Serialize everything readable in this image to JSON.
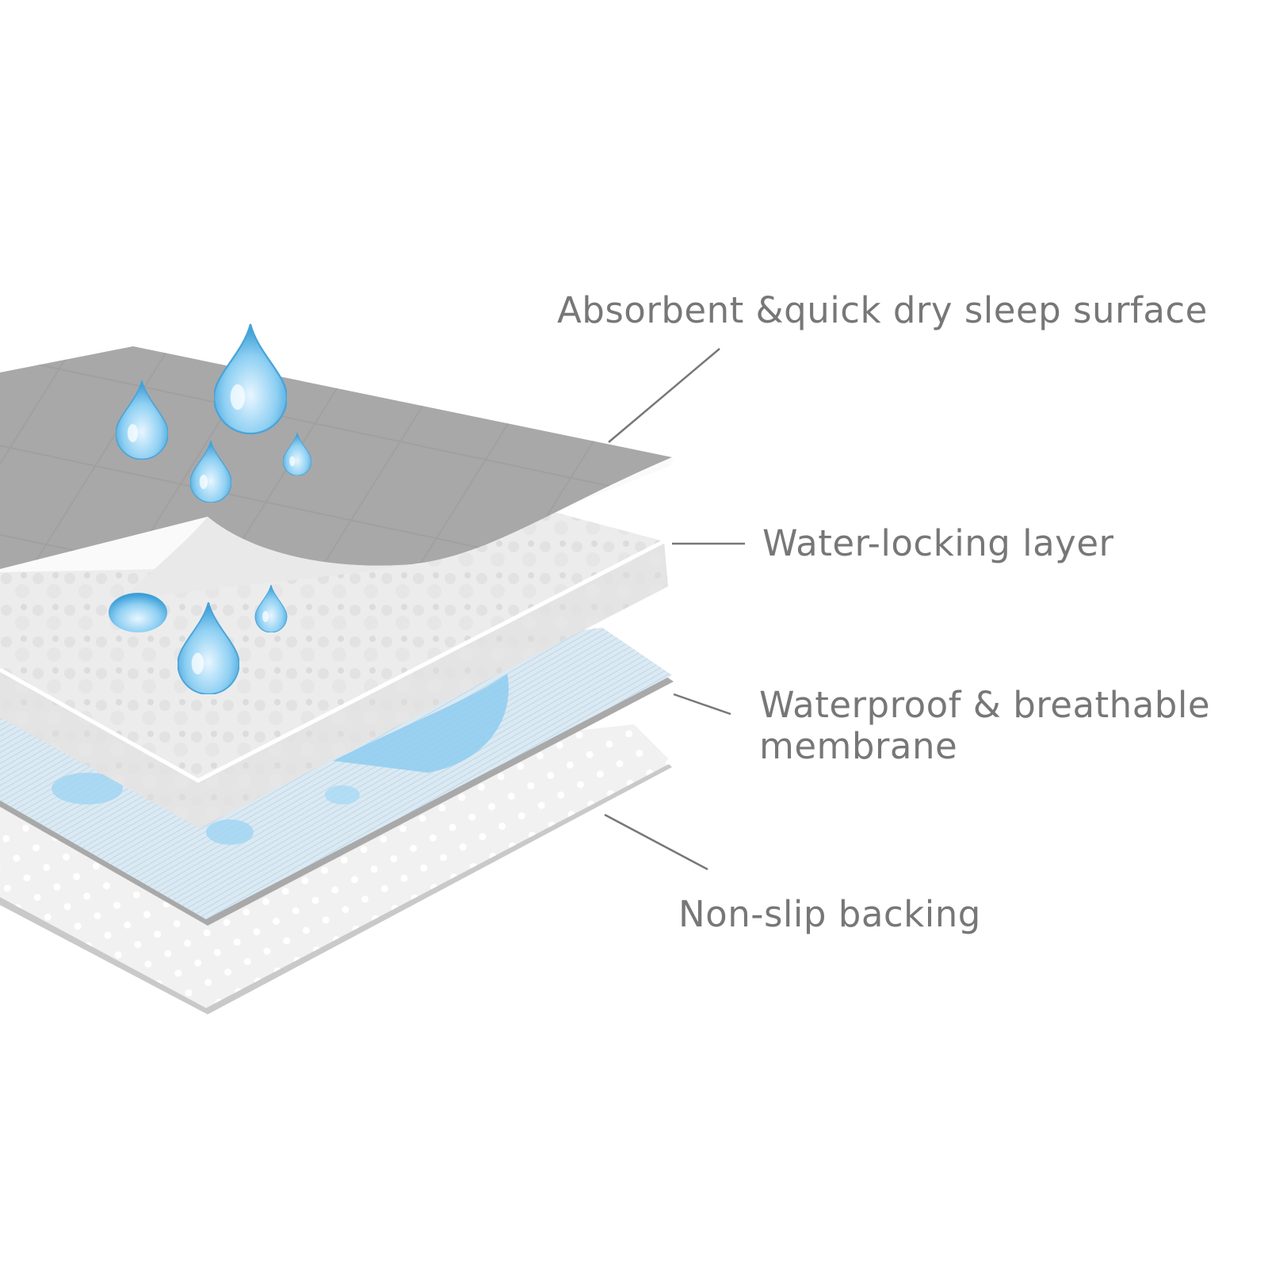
{
  "layers": [
    {
      "id": "top",
      "label": "Absorbent &quick dry sleep surface"
    },
    {
      "id": "middle",
      "label": "Water-locking layer"
    },
    {
      "id": "membrane",
      "label_line1": "Waterproof & breathable",
      "label_line2": "membrane"
    },
    {
      "id": "backing",
      "label": "Non-slip backing"
    }
  ],
  "colors": {
    "text": "#777777",
    "surface": "#a9a9a9",
    "drop": "#7cc6ef",
    "membrane": "#cfe3ef"
  }
}
